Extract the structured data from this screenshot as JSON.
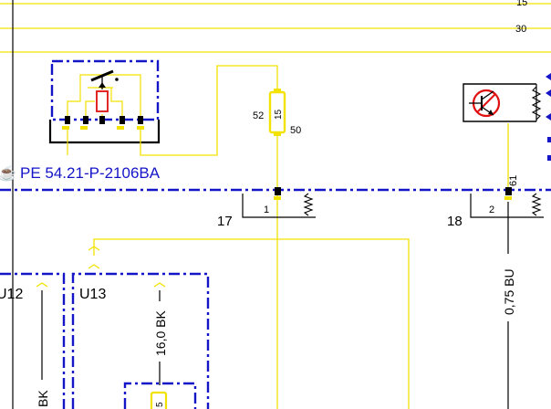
{
  "colors": {
    "wire": "#f2e200",
    "frame_dashdot": "#1515c8",
    "ink": "#000000",
    "fault_red": "#e01010"
  },
  "top_rules": {
    "mark_15": "15",
    "mark_30": "30"
  },
  "relay": {
    "designation": "PE 54.21-P-2106BA"
  },
  "fuse": {
    "number": "15",
    "pin_in": "52",
    "pin_out": "50"
  },
  "node_17": {
    "label": "17",
    "pin": "1"
  },
  "node_18": {
    "label": "18",
    "pin": "2"
  },
  "sensor": {
    "pin": "61",
    "wire_spec": "0,75 BU"
  },
  "u12": {
    "label": "U12",
    "wire_spec": "BK"
  },
  "u13": {
    "label": "U13",
    "wire_spec": "16,0 BK"
  },
  "bottom_fuse": {
    "number": "5"
  },
  "icons": [
    "transistor-icon",
    "relay-switch-icon",
    "ground-spring-icon",
    "fuse-icon"
  ]
}
